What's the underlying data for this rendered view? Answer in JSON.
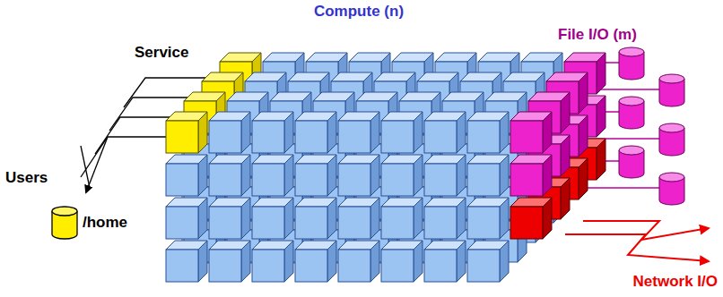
{
  "diagram": {
    "labels": [
      "Compute (n)",
      "File I/O (m)",
      "Service",
      "Users",
      "/home",
      "Network I/O"
    ]
  }
}
